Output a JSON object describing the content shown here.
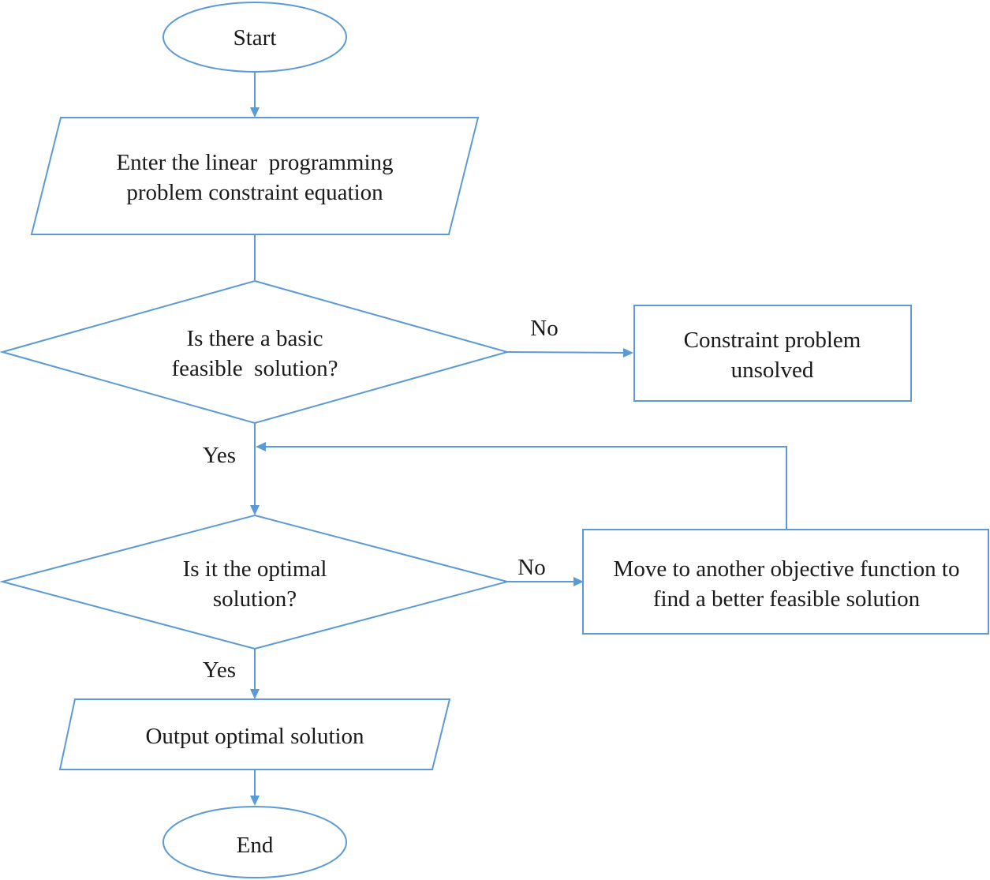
{
  "diagram": {
    "nodes": {
      "start": {
        "label": "Start"
      },
      "input": {
        "line1": "Enter the linear  programming",
        "line2": "problem constraint equation"
      },
      "decision_basic": {
        "line1": "Is there a basic",
        "line2": "feasible  solution?"
      },
      "unsolved": {
        "line1": "Constraint problem",
        "line2": "unsolved"
      },
      "decision_optimal": {
        "line1": "Is it the optimal",
        "line2": "solution?"
      },
      "move": {
        "line1": "Move to another objective function to",
        "line2": "find a better feasible solution"
      },
      "output": {
        "label": "Output optimal solution"
      },
      "end": {
        "label": "End"
      }
    },
    "edges": {
      "basic_no": "No",
      "basic_yes": "Yes",
      "optimal_no": "No",
      "optimal_yes": "Yes"
    },
    "colors": {
      "stroke": "#5b9bd5",
      "text": "#1a1a1a",
      "background": "#ffffff"
    }
  }
}
